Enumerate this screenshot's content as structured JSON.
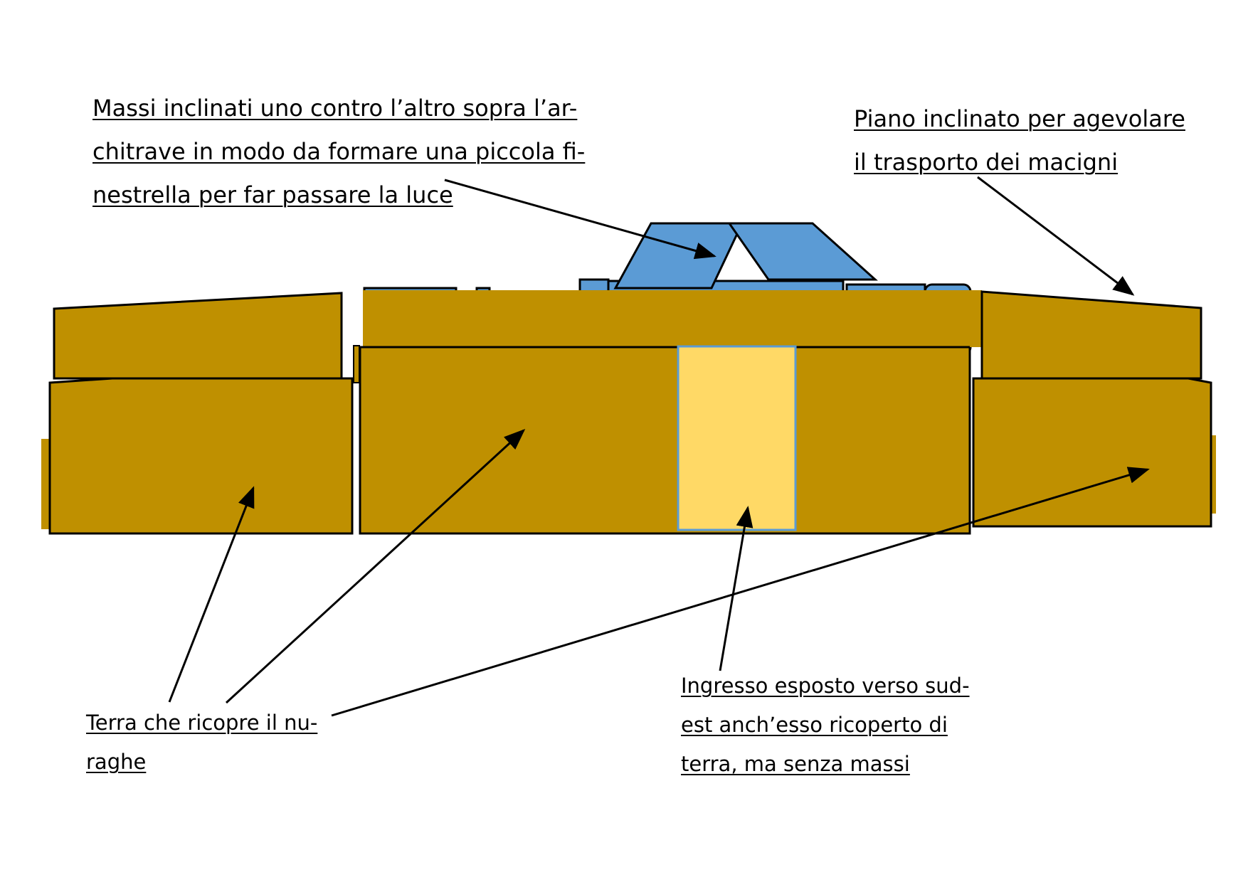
{
  "colors": {
    "earth": "#BF9000",
    "stone": "#5B9BD5",
    "entrance": "#FFD966",
    "outline": "#000000",
    "entrance_border": "#5B9BD5"
  },
  "labels": {
    "tilted_stones": [
      "Massi inclinati uno contro l’altro sopra l’ar-",
      "chitrave in modo da formare una piccola fi-",
      "nestrella per far passare la luce"
    ],
    "inclined_plane": [
      "Piano inclinato per agevolare",
      "il trasporto dei macigni"
    ],
    "earth_cover": [
      "Terra che ricopre il  nu-",
      "raghe"
    ],
    "entrance": [
      "Ingresso esposto verso sud-",
      "est anch’esso ricoperto di",
      "terra, ma senza massi"
    ]
  }
}
